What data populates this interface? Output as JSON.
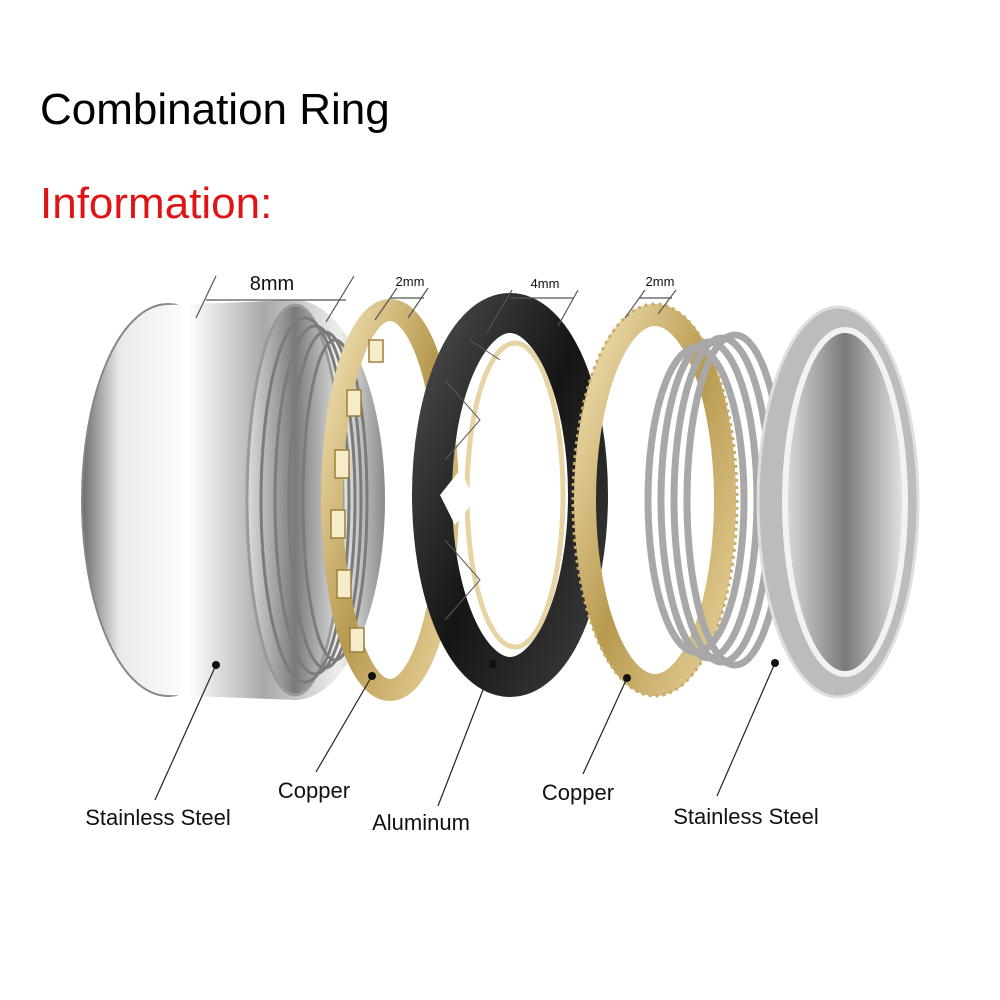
{
  "title": "Combination Ring",
  "subtitle": "Information:",
  "colors": {
    "subtitle": "#e01414",
    "steel": "#c8c8c8",
    "copper": "#d9c18a",
    "aluminum": "#2a2a2a"
  },
  "dimensions": {
    "outer": "8mm",
    "copper_left": "2mm",
    "aluminum": "4mm",
    "copper_right": "2mm"
  },
  "parts": {
    "left_steel": "Stainless Steel",
    "left_copper": "Copper",
    "aluminum": "Aluminum",
    "right_copper": "Copper",
    "right_steel": "Stainless Steel"
  }
}
